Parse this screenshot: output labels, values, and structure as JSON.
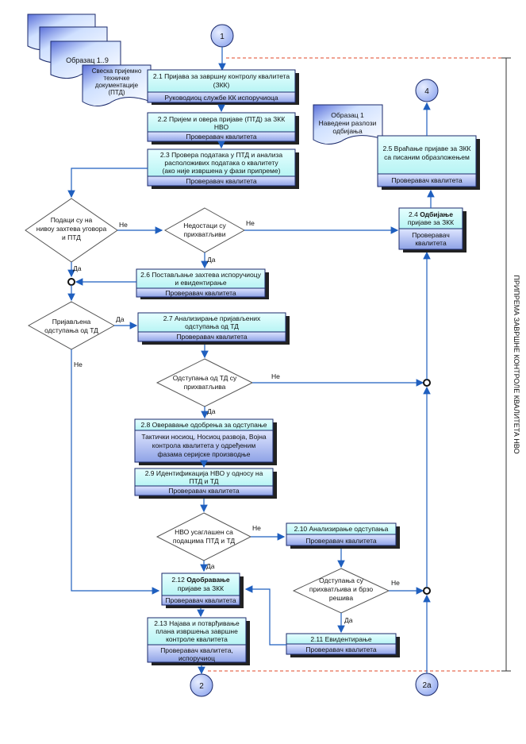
{
  "connectors": {
    "top_in": "1",
    "bottom_out_a": "2",
    "bottom_out_b": "2а",
    "right_out": "4"
  },
  "documents": {
    "left_stack": {
      "back_label": "Образац 1..9",
      "front_lines": [
        "Свеска пријемно",
        "техничке",
        "документације",
        "(ПТД)"
      ]
    },
    "right_doc": {
      "lines": [
        "Образац 1",
        "Наведени разлози",
        "одбијања"
      ]
    }
  },
  "side_label": "ПРИПРЕМА ЗАВРШНЕ КОНТРОЛЕ КВАЛИТЕТА НВО",
  "steps": {
    "s2_1": {
      "title": [
        "2.1 Пријава за завршну контролу квалитета",
        "(ЗКК)"
      ],
      "role": "Руководиоц службе КК испоручиоца"
    },
    "s2_2": {
      "title": [
        "2.2 Пријем и овера пријаве (ПТД) за ЗКК",
        "НВО"
      ],
      "role": "Проверавач квалитета"
    },
    "s2_3": {
      "title": [
        "2.3 Провера података у ПТД и анализа",
        "расположивих података о квалитету",
        "(ако није извршена у фази припреме)"
      ],
      "role": "Проверавач квалитета"
    },
    "s2_4": {
      "title_pre": "2.4 ",
      "title_bold": "Одбијање",
      "title_line2": "пријаве за ЗКК",
      "role": [
        "Проверавач",
        "квалитета"
      ]
    },
    "s2_5": {
      "title": [
        "2.5 Враћање пријаве за ЗКК",
        "са писаним образложењем"
      ],
      "role": "Проверавач квалитета"
    },
    "s2_6": {
      "title": [
        "2.6 Постављање захтева испоручиоцу",
        "и евидентирање"
      ],
      "role": "Проверавач квалитета"
    },
    "s2_7": {
      "title": [
        "2.7 Анализирање пријављених",
        "одступања од ТД"
      ],
      "role": "Проверавач квалитета"
    },
    "s2_8": {
      "title": [
        "2.8 Оверавање одобрења за одступање"
      ],
      "role": [
        "Тактички носиоц, Носиоц развоја, Војна",
        "контрола квалитета у одређеним",
        "фазама серијске производње"
      ]
    },
    "s2_9": {
      "title": [
        "2.9 Идентификација НВО у односу на",
        "ПТД и ТД"
      ],
      "role": "Проверавач квалитета"
    },
    "s2_10": {
      "title": [
        "2.10 Анализирање одступања"
      ],
      "role": "Проверавач квалитета"
    },
    "s2_11": {
      "title": [
        "2.11 Евидентирање"
      ],
      "role": "Проверавач квалитета"
    },
    "s2_12": {
      "title_pre": "2.12 ",
      "title_bold": "Одобравање",
      "title_line2": "пријаве за ЗКК",
      "role": "Проверавач квалитета"
    },
    "s2_13": {
      "title": [
        "2.13 Најава и потврђивање",
        "плана извршења завршне",
        "контроле квалитета"
      ],
      "role": [
        "Проверавач квалитета,",
        "испоручиоц"
      ]
    }
  },
  "decisions": {
    "d1": [
      "Подаци су на",
      "нивоу захтева уговора",
      "и ПТД"
    ],
    "d2": [
      "Недостаци су",
      "прихватљиви"
    ],
    "d3": [
      "Пријављена",
      "одступања од ТД"
    ],
    "d4": [
      "Одступања од ТД су",
      "прихватљива"
    ],
    "d5": [
      "НВО усаглашен са",
      "подацима ПТД и ТД"
    ],
    "d6": [
      "Одступања су",
      "прихватљива и брзо",
      "решива"
    ]
  },
  "labels": {
    "yes": "Да",
    "no": "Не"
  }
}
